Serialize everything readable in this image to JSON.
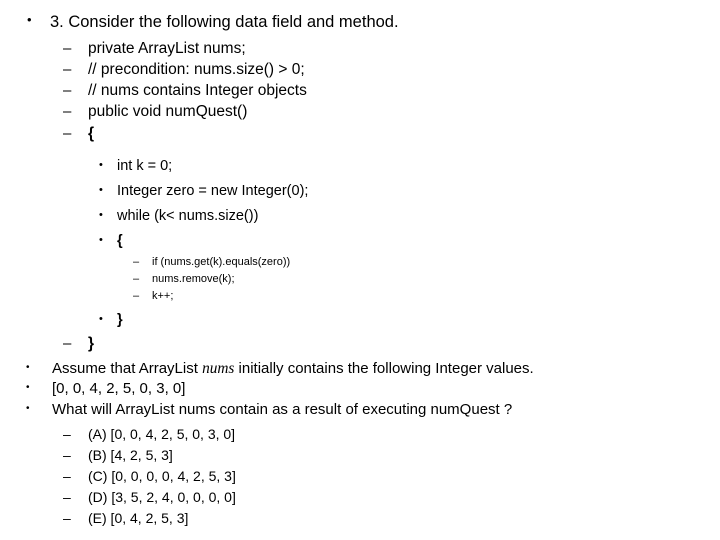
{
  "slide": {
    "title_bullet": {
      "marker": "•",
      "text": "3. Consider the following data field and method."
    },
    "code_lines_level2": [
      {
        "marker": "–",
        "text": "private ArrayList nums;"
      },
      {
        "marker": "–",
        "text": "// precondition: nums.size() > 0;"
      },
      {
        "marker": "–",
        "text": "// nums contains Integer objects"
      },
      {
        "marker": "–",
        "text": "public void numQuest()"
      },
      {
        "marker": "–",
        "text": "{"
      }
    ],
    "code_lines_level3": [
      {
        "marker": "•",
        "text": "int k = 0;"
      },
      {
        "marker": "•",
        "text": "Integer zero = new Integer(0);"
      },
      {
        "marker": "•",
        "text": "while (k< nums.size())"
      },
      {
        "marker": "•",
        "text": "{"
      }
    ],
    "code_lines_level4": [
      {
        "marker": "–",
        "text": "if (nums.get(k).equals(zero))"
      },
      {
        "marker": "–",
        "text": "nums.remove(k);"
      },
      {
        "marker": "–",
        "text": "k++;"
      }
    ],
    "close_inner": {
      "marker": "•",
      "text": "}"
    },
    "close_outer": {
      "marker": "–",
      "text": "}"
    },
    "question_lines": [
      {
        "marker": "•",
        "pre": "Assume that ArrayList ",
        "emph": "nums",
        "post": " initially contains the following Integer values."
      },
      {
        "marker": "•",
        "pre": "[0, 0, 4, 2, 5, 0, 3, 0]",
        "emph": "",
        "post": ""
      },
      {
        "marker": "•",
        "pre": "What will ArrayList nums contain as a result of executing numQuest ?",
        "emph": "",
        "post": ""
      }
    ],
    "answer_options": [
      {
        "marker": "–",
        "text": "(A) [0, 0, 4, 2, 5, 0, 3, 0]"
      },
      {
        "marker": "–",
        "text": "(B) [4, 2, 5, 3]"
      },
      {
        "marker": "–",
        "text": "(C) [0, 0, 0, 0, 4, 2, 5, 3]"
      },
      {
        "marker": "–",
        "text": "(D) [3, 5, 2, 4, 0, 0, 0, 0]"
      },
      {
        "marker": "–",
        "text": "(E) [0, 4, 2, 5, 3]"
      }
    ],
    "colors": {
      "background": "#ffffff",
      "text": "#000000"
    }
  }
}
